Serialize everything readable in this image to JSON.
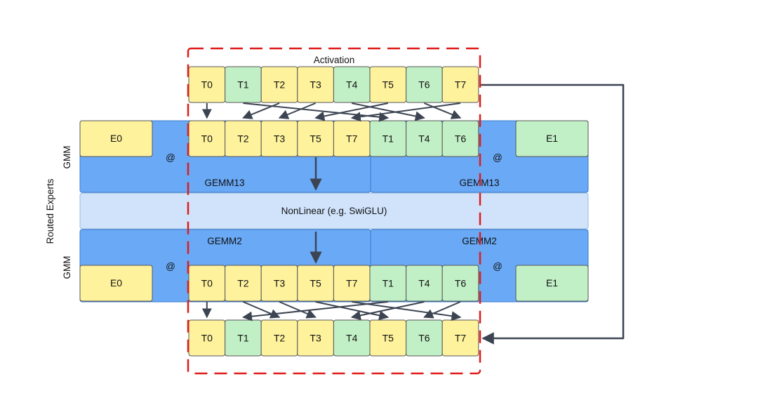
{
  "colors": {
    "yellow": "#fff29d",
    "green": "#c2f0c6",
    "blue": "#69a9f6",
    "light_blue": "#d0e3fb",
    "dashed_red": "#e01b1b",
    "arrow": "#3c4452"
  },
  "labels": {
    "activation": "Activation",
    "routed_experts": "Routed Experts",
    "gmm_top": "GMM",
    "gmm_bottom": "GMM",
    "gemm13_left": "GEMM13",
    "gemm13_right": "GEMM13",
    "gemm2_left": "GEMM2",
    "gemm2_right": "GEMM2",
    "nonlinear": "NonLinear (e.g. SwiGLU)",
    "matmul_symbol": "@"
  },
  "experts": {
    "top_left": "E0",
    "top_right": "E1",
    "bottom_left": "E0",
    "bottom_right": "E1"
  },
  "rows": {
    "input_activation": [
      {
        "label": "T0",
        "color": "yellow"
      },
      {
        "label": "T1",
        "color": "green"
      },
      {
        "label": "T2",
        "color": "yellow"
      },
      {
        "label": "T3",
        "color": "yellow"
      },
      {
        "label": "T4",
        "color": "green"
      },
      {
        "label": "T5",
        "color": "yellow"
      },
      {
        "label": "T6",
        "color": "green"
      },
      {
        "label": "T7",
        "color": "yellow"
      }
    ],
    "permuted_gemm13": [
      {
        "label": "T0",
        "color": "yellow"
      },
      {
        "label": "T2",
        "color": "yellow"
      },
      {
        "label": "T3",
        "color": "yellow"
      },
      {
        "label": "T5",
        "color": "yellow"
      },
      {
        "label": "T7",
        "color": "yellow"
      },
      {
        "label": "T1",
        "color": "green"
      },
      {
        "label": "T4",
        "color": "green"
      },
      {
        "label": "T6",
        "color": "green"
      }
    ],
    "permuted_gemm2": [
      {
        "label": "T0",
        "color": "yellow"
      },
      {
        "label": "T2",
        "color": "yellow"
      },
      {
        "label": "T3",
        "color": "yellow"
      },
      {
        "label": "T5",
        "color": "yellow"
      },
      {
        "label": "T7",
        "color": "yellow"
      },
      {
        "label": "T1",
        "color": "green"
      },
      {
        "label": "T4",
        "color": "green"
      },
      {
        "label": "T6",
        "color": "green"
      }
    ],
    "output_activation": [
      {
        "label": "T0",
        "color": "yellow"
      },
      {
        "label": "T1",
        "color": "green"
      },
      {
        "label": "T2",
        "color": "yellow"
      },
      {
        "label": "T3",
        "color": "yellow"
      },
      {
        "label": "T4",
        "color": "green"
      },
      {
        "label": "T5",
        "color": "yellow"
      },
      {
        "label": "T6",
        "color": "green"
      },
      {
        "label": "T7",
        "color": "yellow"
      }
    ]
  },
  "permute_links": [
    [
      0,
      0
    ],
    [
      2,
      1
    ],
    [
      3,
      2
    ],
    [
      5,
      3
    ],
    [
      7,
      4
    ],
    [
      1,
      5
    ],
    [
      4,
      6
    ],
    [
      6,
      7
    ]
  ],
  "unpermute_links": [
    [
      0,
      0
    ],
    [
      1,
      2
    ],
    [
      2,
      3
    ],
    [
      3,
      5
    ],
    [
      4,
      7
    ],
    [
      5,
      1
    ],
    [
      6,
      4
    ],
    [
      7,
      6
    ]
  ]
}
